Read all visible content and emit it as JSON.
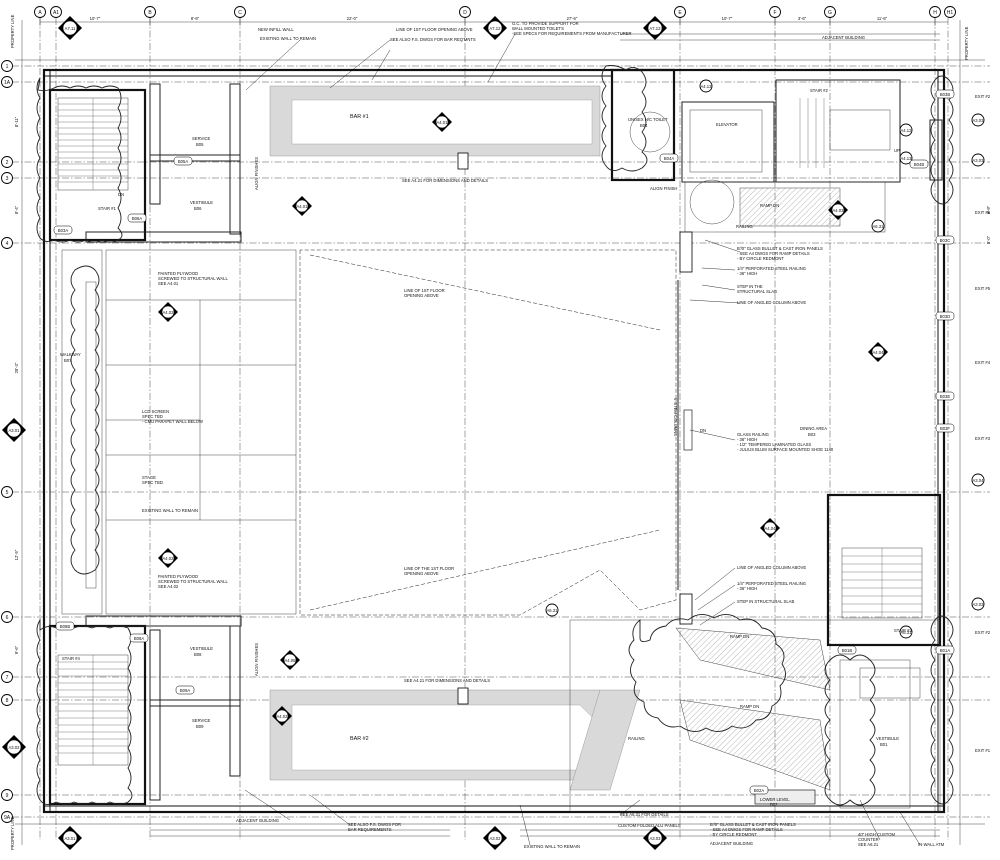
{
  "grid": {
    "columns": [
      "A",
      "A1",
      "B",
      "C",
      "D",
      "E",
      "F",
      "G",
      "H",
      "H1"
    ],
    "rows": [
      "1",
      "1A",
      "2",
      "3",
      "4",
      "5",
      "6",
      "7",
      "8",
      "9",
      "9A"
    ]
  },
  "dimensions": {
    "top": [
      "10'-7\"",
      "8'-6\"",
      "22'-0\"",
      "27'-6\"",
      "10'-7\"",
      "3'-6\"",
      "11'-6\""
    ],
    "left": [
      "8'-11\"",
      "8'-4\"",
      "28'-3\"",
      "12'-5\"",
      "9'-6\""
    ],
    "right": [
      "9'-9\"",
      "5'-0\""
    ]
  },
  "property_line": "PROPERTY LINE",
  "notes": [
    {
      "key": "infill",
      "text": "NEW INFILL WALL"
    },
    {
      "key": "existing1",
      "text": "EXISTING WALL TO REMAIN"
    },
    {
      "key": "line1st",
      "text": "LINE OF 1ST FLOOR OPENING ABOVE"
    },
    {
      "key": "seealso",
      "text": "SEE ALSO F.S. DWGS FOR BAR REQ'MNTS"
    },
    {
      "key": "gc1",
      "text": "G.C. TO PROVIDE SUPPORT FOR"
    },
    {
      "key": "gc2",
      "text": "WALL MOUNTED TOILETS"
    },
    {
      "key": "gc3",
      "text": "-SEE SPECS FOR REQUIREMENTS FROM MANUFACTURER"
    },
    {
      "key": "adjacent1",
      "text": "ADJACENT BUILDING"
    },
    {
      "key": "seeA4",
      "text": "SEE A4.21 FOR DIMENSIONS AND DETAILS"
    },
    {
      "key": "plywood1a",
      "text": "PAINTED PLYWOOD"
    },
    {
      "key": "plywood1b",
      "text": "SCREWED TO STRUCTURAL WALL"
    },
    {
      "key": "plywood1c",
      "text": "SEE A4.01"
    },
    {
      "key": "line1st_b",
      "text": "LINE OF 1ST FLOOR"
    },
    {
      "key": "line1st_c",
      "text": "OPENING ABOVE"
    },
    {
      "key": "lcd1",
      "text": "LCD SCREEN"
    },
    {
      "key": "lcd2",
      "text": "SPEC TBD"
    },
    {
      "key": "lcd3",
      "text": "- CMU PARAPET WALL BELOW"
    },
    {
      "key": "stage1",
      "text": "STAGE"
    },
    {
      "key": "stage2",
      "text": "SPEC TBD"
    },
    {
      "key": "existing2",
      "text": "EXISTING WALL TO REMAIN"
    },
    {
      "key": "plywood2a",
      "text": "PAINTED PLYWOOD"
    },
    {
      "key": "plywood2b",
      "text": "SCREWED TO STRUCTURAL WALL"
    },
    {
      "key": "plywood2c",
      "text": "SEE A4.02"
    },
    {
      "key": "line1st_d",
      "text": "LINE OF THE 1ST FLOOR"
    },
    {
      "key": "line1st_e",
      "text": "OPENING ABOVE"
    },
    {
      "key": "seeA4b",
      "text": "SEE A4.21 FOR DIMENSIONS AND DETAILS"
    },
    {
      "key": "glass1",
      "text": "B'/0\" GLASS BULLET & CAST IRON PANELS"
    },
    {
      "key": "glass2",
      "text": "- SEE A4 DWGS FOR RAMP DETAILS"
    },
    {
      "key": "glass3",
      "text": "- BY CIRCLE REDMONT"
    },
    {
      "key": "perf1",
      "text": "1/4\" PERFORATED STEEL RAILING"
    },
    {
      "key": "perf2",
      "text": "- 36\" HIGH"
    },
    {
      "key": "step1",
      "text": "STEP IN THE"
    },
    {
      "key": "step2",
      "text": "STRUCTURAL SLAB"
    },
    {
      "key": "angled1",
      "text": "LINE OF ANGLED COLUMN ABOVE"
    },
    {
      "key": "grail1",
      "text": "GLASS RAILING"
    },
    {
      "key": "grail2",
      "text": "- 36\" HIGH"
    },
    {
      "key": "grail3",
      "text": "- 1/2\" TEMPERED LAMINATED GLASS"
    },
    {
      "key": "grail4",
      "text": "- JULIUS BLUM SURFACE MOUNTED SHOE 1140"
    },
    {
      "key": "angled2",
      "text": "LINE OF ANGLED COLUMN ABOVE"
    },
    {
      "key": "perf3",
      "text": "1/4\" PERFORATED STEEL RAILING"
    },
    {
      "key": "perf4",
      "text": "- 36\" HIGH"
    },
    {
      "key": "step3",
      "text": "STEP IN STRUCTURAL SLAB"
    },
    {
      "key": "adjacent2",
      "text": "ADJACENT BUILDING"
    },
    {
      "key": "seealso2a",
      "text": "SEE ALSO F.S. DWGS FOR"
    },
    {
      "key": "seealso2b",
      "text": "BAR REQUIREMENTS"
    },
    {
      "key": "existing3",
      "text": "EXISTING WALL TO REMAIN"
    },
    {
      "key": "seeA631",
      "text": "SEE A6.31 FOR DETAILS"
    },
    {
      "key": "custom",
      "text": "CUSTOM FOLDED ALU PANELS"
    },
    {
      "key": "glass4",
      "text": "B'/0\" GLASS BULLET & CAST IRON PANELS"
    },
    {
      "key": "glass5",
      "text": "- SEE A4 DWGS FOR RAMP DETAILS"
    },
    {
      "key": "glass6",
      "text": "- BY CIRCLE REDMONT"
    },
    {
      "key": "adjacent3",
      "text": "ADJACENT BUILDING"
    },
    {
      "key": "counter1",
      "text": "40\" HIGH CUSTOM"
    },
    {
      "key": "counter2",
      "text": "COUNTER"
    },
    {
      "key": "counter3",
      "text": "SEE A6.21"
    },
    {
      "key": "atm",
      "text": "IN-WALL ATM"
    }
  ],
  "rooms": {
    "bar1": "BAR #1",
    "bar2": "BAR #2",
    "service1": "SERVICE",
    "service1_no": "B05",
    "vestibule1": "VESTIBULE",
    "vestibule1_no": "B06",
    "stair1": "STAIR #1",
    "walkway": "WALKWAY",
    "walkway_no": "B07",
    "vestibule2": "VESTIBULE",
    "vestibule2_no": "B08",
    "stair4": "STAIR #4",
    "service2": "SERVICE",
    "service2_no": "B09",
    "toilet": "UNISEX H/C TOILET",
    "toilet_no": "B04",
    "elevator": "ELEVATOR",
    "stair2": "STAIR #2",
    "dining": "DINING AREA",
    "dining_no": "B03",
    "stair3": "STAIR #3",
    "vestibule3": "VESTIBULE",
    "vestibule3_no": "B01",
    "stemcol": "5' STEM COLUMNS",
    "ramp1": "RAMP DN",
    "ramp2": "RAMP DN",
    "ramp3": "RAMP DN",
    "railing1": "RAILING",
    "railing2": "RAILING",
    "align1": "ALIGN FINISHES",
    "align2": "ALIGN FINISHES",
    "align3": "ALIGN FINISH",
    "dn1": "DN",
    "dn2": "DN",
    "up": "UP",
    "lowerlevel": "LOWER LEVEL",
    "lowerlevel_no": "B02"
  },
  "doors": [
    "B05A",
    "B06A",
    "B03A",
    "B03B",
    "B03C",
    "B03D",
    "B03E",
    "B03F",
    "B04A",
    "B04B",
    "B08A",
    "B08B",
    "B09A",
    "B01A",
    "B01B",
    "B02A"
  ],
  "exits": [
    "EXIT #2",
    "EXIT #6",
    "EXIT #5",
    "EXIT #4",
    "EXIT #3",
    "EXIT #2",
    "EXIT #1"
  ],
  "callouts": [
    "A4.01",
    "A4.02",
    "A4.03",
    "A4.04",
    "A4.05",
    "A4.06",
    "A4.07",
    "A4.11",
    "A4.12",
    "A4.13",
    "A6.31",
    "A7.11",
    "A7.12",
    "A7.13",
    "A3.01",
    "A3.02",
    "A3.03",
    "A3.04"
  ]
}
